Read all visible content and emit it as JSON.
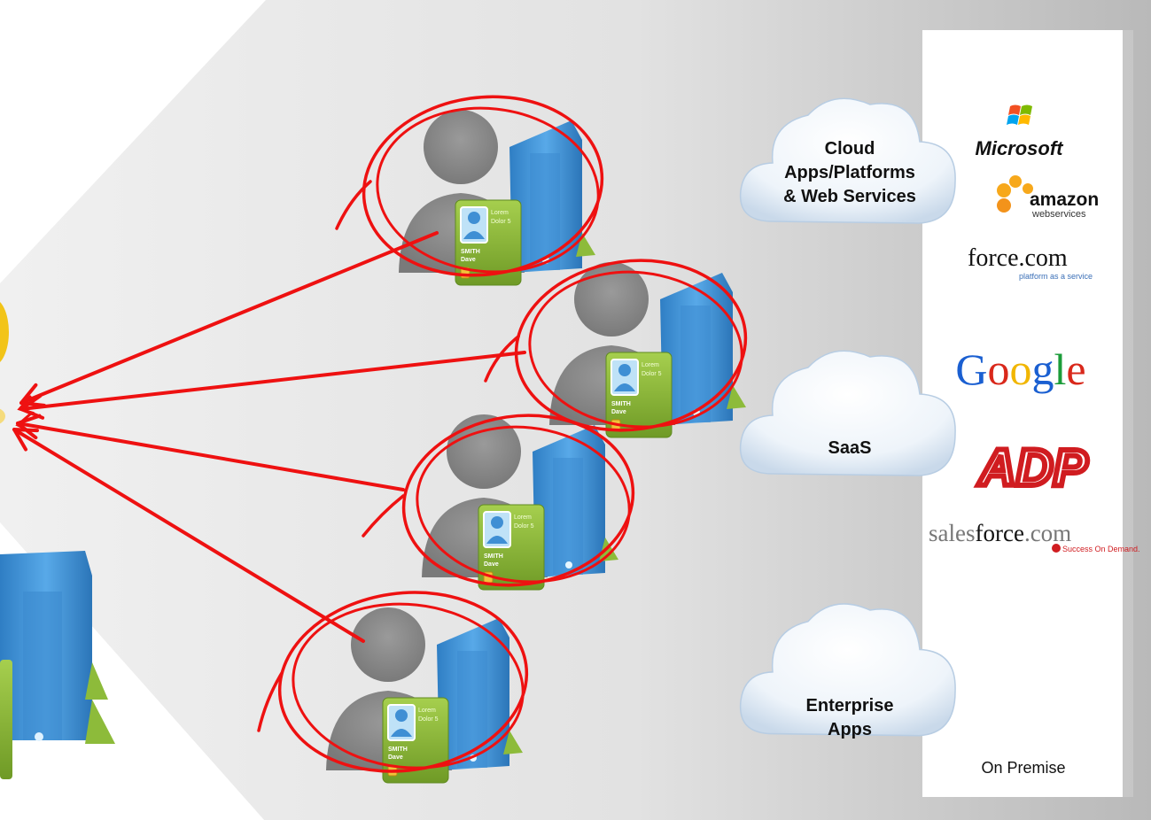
{
  "clouds": [
    {
      "lines": [
        "Cloud",
        "Apps/Platforms",
        "& Web Services"
      ]
    },
    {
      "lines": [
        "SaaS"
      ]
    },
    {
      "lines": [
        "Enterprise",
        "Apps"
      ]
    }
  ],
  "panel": {
    "label": "On Premise"
  },
  "logos": {
    "microsoft": "Microsoft",
    "amazon_main": "amazon",
    "amazon_sub": "webservices",
    "force_main": "force.com",
    "force_sub": "platform as a service",
    "google": "Google",
    "adp": "ADP",
    "salesforce_main": "salesforce.com",
    "salesforce_sub": "Success On Demand."
  },
  "id_card": {
    "name_line1": "SMITH",
    "name_line2": "Dave",
    "corner_line1": "Lorem",
    "corner_line2": "Dolor 5"
  },
  "colors": {
    "arrow": "#ee1111",
    "server": "#3a8fd2",
    "card": "#8dbb3a",
    "silhouette": "#8c8c8c",
    "background_panel": "#e4e4e4"
  }
}
